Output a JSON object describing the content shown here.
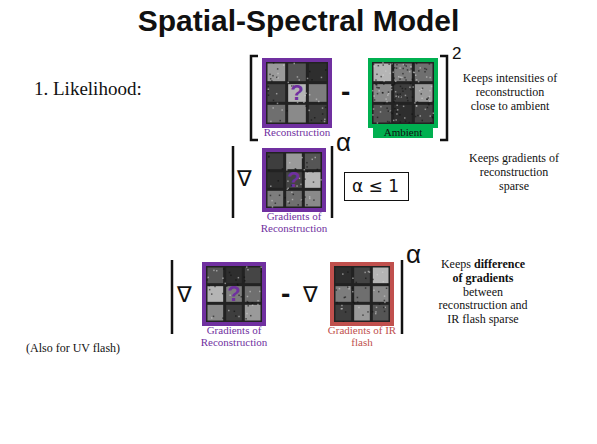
{
  "diagram": {
    "title": "Spatial-Spectral Model",
    "nodes": [
      {
        "text": [
          "?",
          "Reconstruction"
        ]
      },
      {
        "text": [
          "Ambient"
        ]
      },
      {
        "text": [
          "?",
          "Gradients of Reconstruction"
        ]
      },
      {
        "text": [
          "α ≤ 1"
        ]
      },
      {
        "text": [
          "?",
          "Gradients of Reconstruction"
        ]
      },
      {
        "text": [
          "Gradients of IR flash"
        ]
      }
    ],
    "labels": [
      "1. Likelihood:",
      "-",
      "2",
      "Keeps intensities of reconstruction close to ambient",
      "∇",
      "α",
      "Keeps gradients of reconstruction sparse",
      "∇",
      "-",
      "∇",
      "α",
      "Keeps",
      "difference of gradients",
      "between reconstruction and IR flash sparse",
      "(Also for UV flash)"
    ]
  }
}
